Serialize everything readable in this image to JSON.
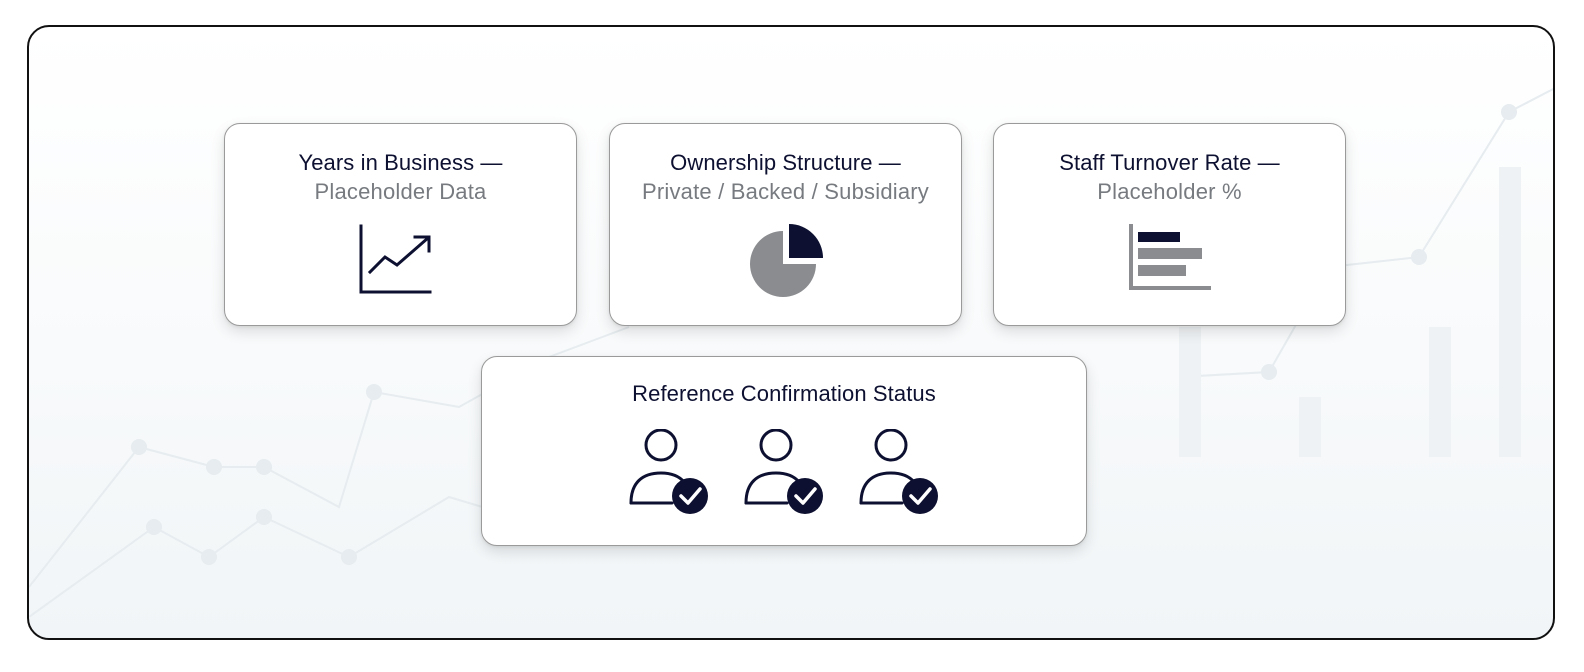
{
  "cards": [
    {
      "title": "Years in Business —",
      "subtitle": "Placeholder Data",
      "icon": "line-chart-trend-up-icon"
    },
    {
      "title": "Ownership Structure —",
      "subtitle": "Private / Backed / Subsidiary",
      "icon": "pie-chart-icon"
    },
    {
      "title": "Staff Turnover Rate —",
      "subtitle": "Placeholder %",
      "icon": "horizontal-bar-chart-icon"
    }
  ],
  "reference": {
    "title": "Reference Confirmation Status",
    "icon": "user-check-icon",
    "confirmed_count": 3
  },
  "colors": {
    "navy": "#0d1030",
    "gray": "#8a8c8f",
    "subtitle_gray": "#777b80",
    "frame_border": "#111111"
  }
}
